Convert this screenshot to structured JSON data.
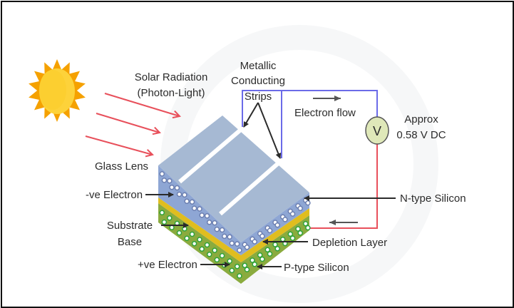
{
  "diagram": {
    "title": "Solar cell structure",
    "labels": {
      "solar_radiation_line1": "Solar Radiation",
      "solar_radiation_line2": "(Photon-Light)",
      "metallic_line1": "Metallic",
      "metallic_line2": "Conducting",
      "metallic_line3": "Strips",
      "electron_flow": "Electron flow",
      "voltmeter_symbol": "V",
      "voltage_line1": "Approx",
      "voltage_line2": "0.58 V DC",
      "glass_lens": "Glass Lens",
      "neg_electron": "-ve Electron",
      "substrate_line1": "Substrate",
      "substrate_line2": "Base",
      "pos_electron": "+ve Electron",
      "n_type": "N-type Silicon",
      "depletion": "Depletion Layer",
      "p_type": "P-type Silicon"
    },
    "icons": {
      "sun": "sun-icon",
      "voltmeter": "voltmeter-icon"
    },
    "colors": {
      "sun_rays": "#f5a100",
      "sun_core": "#fdd23a",
      "photon_arrows": "#e8505b",
      "glass_top": "#a6b9d3",
      "n_layer": "#8ea6d4",
      "depletion": "#e0bd1f",
      "p_layer": "#8aab3e",
      "wire_negative": "#6b6be8",
      "wire_positive": "#e8505b",
      "voltmeter_fill": "#dfe8b9",
      "strip": "#ffffff"
    }
  }
}
